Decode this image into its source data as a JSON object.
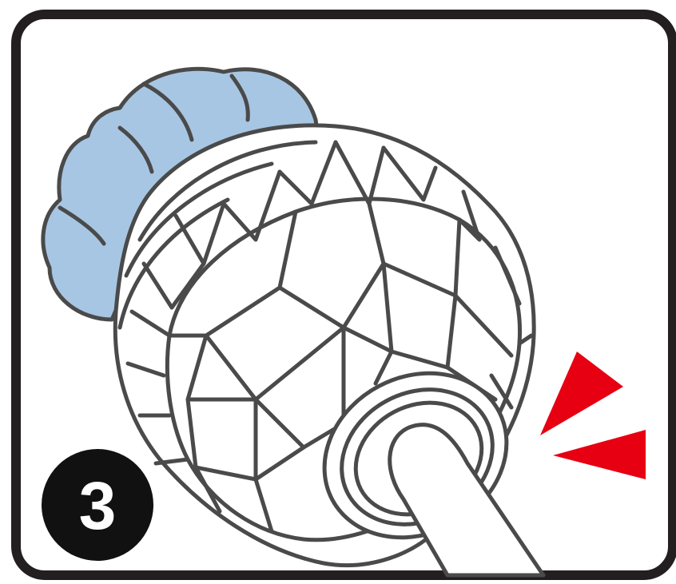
{
  "step": {
    "number": "3"
  },
  "colors": {
    "frame": "#231f20",
    "line": "#4a4a4a",
    "bumper_fill": "#a7c6e3",
    "body_fill": "#ffffff",
    "badge_fill": "#111111",
    "badge_text": "#ffffff",
    "indicator": "#e60012"
  },
  "icons": {
    "step_badge": "circled-number",
    "attention_marks": "red-triangle-arrows",
    "finger": "pressing-finger"
  }
}
